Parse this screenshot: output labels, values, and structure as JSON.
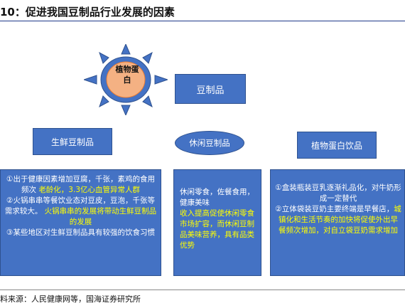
{
  "title": "10：促进我国豆制品行业发展的因素",
  "sun_label": "植物蛋白",
  "top_box": "豆制品",
  "categories": {
    "fresh": "生鲜豆制品",
    "leisure": "休闲豆制品",
    "veg_drink": "植物蛋白饮品"
  },
  "details": {
    "left": [
      {
        "text": "①出于健康因素增加豆腐，千张，素鸡的食用频次",
        "highlight": false
      },
      {
        "text": "老龄化，3.3亿心血管异常人群",
        "highlight": true
      },
      {
        "text": "②火锅串串等餐饮业态对豆皮，豆泡，千张等需求较大。",
        "highlight": false
      },
      {
        "text": "火锅串串的发展将带动生鲜豆制品的发展",
        "highlight": true
      },
      {
        "text": "③某些地区对生鲜豆制品具有较强的饮食习惯",
        "highlight": false
      }
    ],
    "mid": [
      {
        "text": "休闲零食，佐餐食用，健康美味",
        "highlight": false
      },
      {
        "text": "收入提高促使休闲零食市场扩容，而休闲豆制品美味营养，具有品类优势",
        "highlight": true
      }
    ],
    "right": [
      {
        "text": "①盒装瓶装豆乳逐渐礼品化，对牛奶形成一定替代",
        "highlight": false
      },
      {
        "text": "②立体袋装豆奶主要终端是早餐店，",
        "highlight": false
      },
      {
        "text": "城镇化和生活节奏的加快将促使外出早餐频次增加，对自立袋豆奶需求增加",
        "highlight": true
      }
    ]
  },
  "footer": "料来源：人民健康网等，国海证券研究所",
  "colors": {
    "box": "#4472c4",
    "highlight": "#ffff00",
    "sun": "#4472c4"
  }
}
